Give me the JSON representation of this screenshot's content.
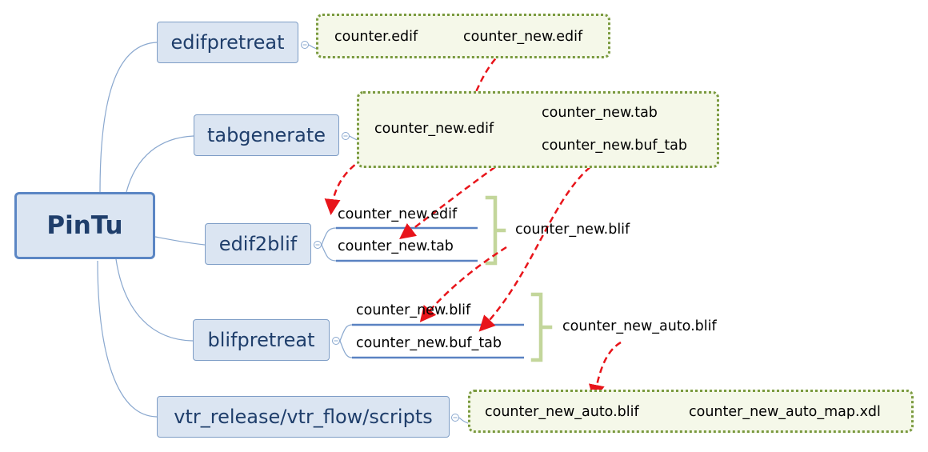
{
  "diagram": {
    "root": "PinTu",
    "branches": [
      {
        "label": "edifpretreat",
        "items": [
          "counter.edif",
          "counter_new.edif"
        ]
      },
      {
        "label": "tabgenerate",
        "input": "counter_new.edif",
        "outputs": [
          "counter_new.tab",
          "counter_new.buf_tab"
        ]
      },
      {
        "label": "edif2blif",
        "inputs": [
          "counter_new.edif",
          "counter_new.tab"
        ],
        "output": "counter_new.blif"
      },
      {
        "label": "blifpretreat",
        "inputs": [
          "counter_new.blif",
          "counter_new.buf_tab"
        ],
        "output": "counter_new_auto.blif"
      },
      {
        "label": "vtr_release/vtr_flow/scripts",
        "items": [
          "counter_new_auto.blif",
          "counter_new_auto_map.xdl"
        ]
      }
    ]
  },
  "colors": {
    "node_fill": "#dbe5f2",
    "node_border": "#7e9dc6",
    "root_border": "#5b86c4",
    "node_text": "#1f3e6b",
    "group_border": "#7a9a3f",
    "group_fill": "#f5f8e9",
    "underline": "#5a82c2",
    "brace": "#c3d69b",
    "arrow": "#e8141a"
  }
}
